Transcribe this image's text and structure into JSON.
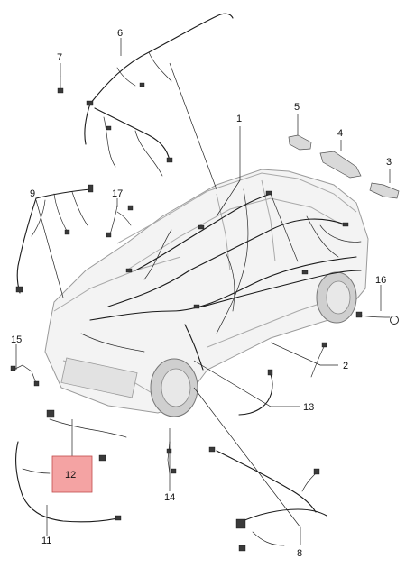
{
  "callouts": {
    "c1": "1",
    "c2": "2",
    "c3": "3",
    "c4": "4",
    "c5": "5",
    "c6": "6",
    "c7": "7",
    "c8": "8",
    "c9": "9",
    "c11": "11",
    "c12": "12",
    "c13": "13",
    "c14": "14",
    "c15": "15",
    "c16": "16",
    "c17": "17"
  },
  "highlight": {
    "color": "#f4a3a3",
    "border": "#c24b4b"
  }
}
